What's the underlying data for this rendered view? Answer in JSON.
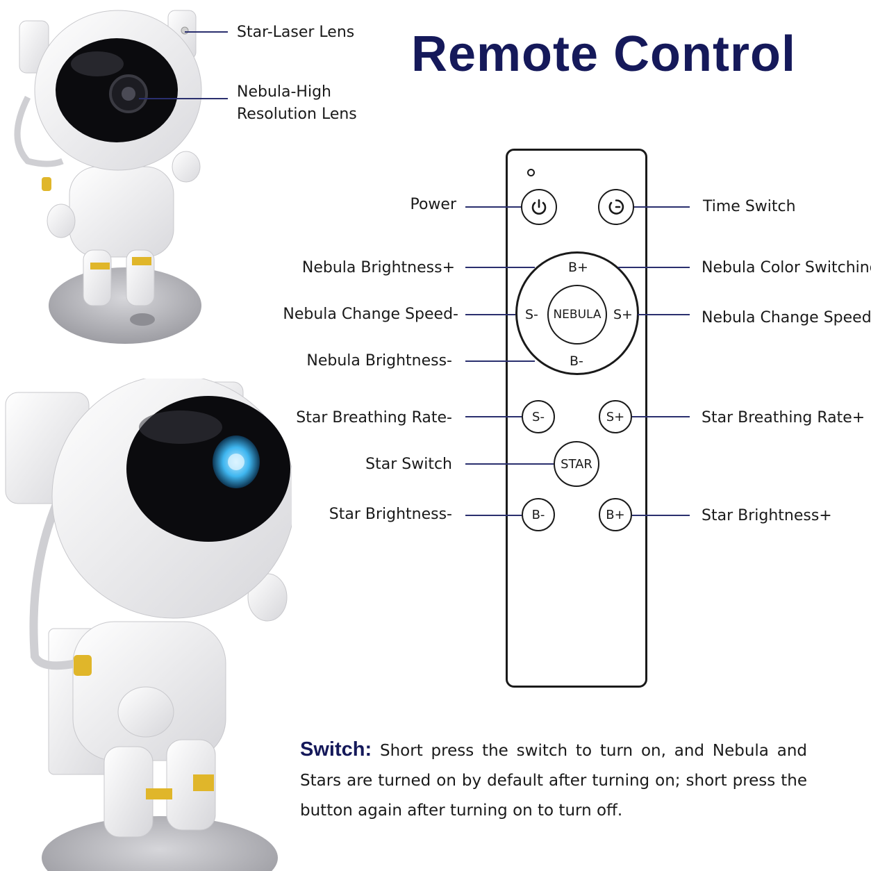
{
  "title": "Remote Control",
  "product_callouts": {
    "star_laser_lens": "Star-Laser Lens",
    "nebula_lens_line1": "Nebula-High",
    "nebula_lens_line2": "Resolution Lens"
  },
  "remote": {
    "buttons": {
      "brightness_plus": "B+",
      "speed_minus": "S-",
      "nebula": "NEBULA",
      "speed_plus": "S+",
      "brightness_minus": "B-",
      "star_breath_minus": "S-",
      "star_breath_plus": "S+",
      "star": "STAR",
      "star_brightness_minus": "B-",
      "star_brightness_plus": "B+"
    },
    "labels": {
      "power": "Power",
      "time_switch": "Time Switch",
      "nebula_brightness_plus": "Nebula Brightness+",
      "nebula_color_switching": "Nebula Color Switching",
      "nebula_change_speed_minus": "Nebula Change Speed-",
      "nebula_change_speed_plus": "Nebula Change Speed+",
      "nebula_brightness_minus": "Nebula Brightness-",
      "star_breathing_rate_minus": "Star Breathing Rate-",
      "star_breathing_rate_plus": "Star Breathing Rate+",
      "star_switch": "Star Switch",
      "star_brightness_minus": "Star Brightness-",
      "star_brightness_plus": "Star Brightness+"
    }
  },
  "note": {
    "heading": "Switch:",
    "body": "Short press the switch to turn on, and Nebula and Stars are turned on by default after turning on; short press the button again after turning on to turn off."
  },
  "colors": {
    "title": "#15195a",
    "leader_line": "#2a2f6e",
    "outline": "#1a1a1a",
    "visor_glow": "#3fb6f0",
    "gold_accent": "#e0b62a",
    "moon_base": "#b8b8bc"
  }
}
